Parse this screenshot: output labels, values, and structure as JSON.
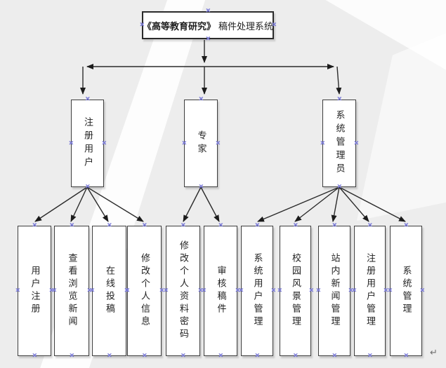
{
  "document": {
    "title": {
      "bold": "《高等教育研究》",
      "rest": "稿件处理系统"
    },
    "return_mark": "↵"
  },
  "actors": [
    {
      "label": "注册用户"
    },
    {
      "label": "专家"
    },
    {
      "label": "系统管理员"
    }
  ],
  "functions": [
    {
      "label": "用户注册",
      "parent": "注册用户"
    },
    {
      "label": "查看浏览新闻",
      "parent": "注册用户"
    },
    {
      "label": "在线投稿",
      "parent": "注册用户"
    },
    {
      "label": "修改个人信息",
      "parent": "注册用户"
    },
    {
      "label": "修改个人资料密码",
      "parent": "专家"
    },
    {
      "label": "审核稿件",
      "parent": "专家"
    },
    {
      "label": "系统用户管理",
      "parent": "系统管理员"
    },
    {
      "label": "校园风景管理",
      "parent": "系统管理员"
    },
    {
      "label": "站内新闻管理",
      "parent": "系统管理员"
    },
    {
      "label": "注册用户管理",
      "parent": "系统管理员"
    },
    {
      "label": "系统管理",
      "parent": "系统管理员"
    }
  ],
  "colors": {
    "page_bg": "#ededed",
    "box_bg": "#ffffff",
    "box_border": "#3d3d3d",
    "line": "#2b2b2b",
    "handle": "#7b7bd8"
  }
}
